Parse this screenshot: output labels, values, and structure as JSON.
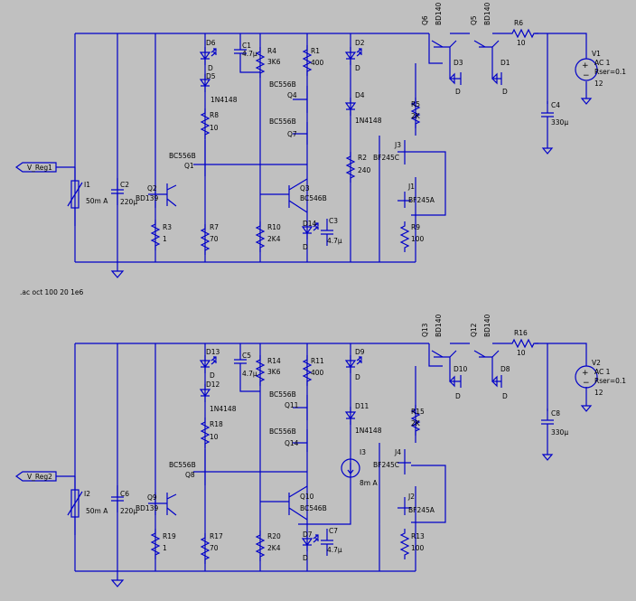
{
  "directive": ".ac oct 100 20 1e6",
  "circuit1": {
    "port": "V_Reg1",
    "I1": {
      "name": "I1",
      "value": "50m A"
    },
    "C2": {
      "name": "C2",
      "value": "220µ"
    },
    "Q2": {
      "name": "Q2",
      "value": "BD139"
    },
    "R3": {
      "name": "R3",
      "value": "1"
    },
    "Q1": {
      "name": "Q1",
      "value": "BC556B"
    },
    "R7": {
      "name": "R7",
      "value": "70"
    },
    "D6": {
      "name": "D6",
      "value": "D"
    },
    "D5": {
      "name": "D5",
      "value": "1N4148"
    },
    "R8": {
      "name": "R8",
      "value": "10"
    },
    "C1": {
      "name": "C1",
      "value": "4.7µ"
    },
    "R4": {
      "name": "R4",
      "value": "3K6"
    },
    "R10": {
      "name": "R10",
      "value": "2K4"
    },
    "R1": {
      "name": "R1",
      "value": "400"
    },
    "Q4": {
      "name": "Q4",
      "value": "BC556B"
    },
    "Q7": {
      "name": "Q7",
      "value": "BC556B"
    },
    "Q3": {
      "name": "Q3",
      "value": "BC546B"
    },
    "D14": {
      "name": "D14",
      "value": "D"
    },
    "C3": {
      "name": "C3",
      "value": "4.7µ"
    },
    "D2": {
      "name": "D2",
      "value": "D"
    },
    "D4": {
      "name": "D4",
      "value": "1N4148"
    },
    "R2": {
      "name": "R2",
      "value": "240"
    },
    "R5": {
      "name": "R5",
      "value": "2K"
    },
    "J3": {
      "name": "J3",
      "value": "BF245C"
    },
    "J1": {
      "name": "J1",
      "value": "BF245A"
    },
    "R9": {
      "name": "R9",
      "value": "100"
    },
    "Q6": {
      "name": "Q6",
      "value": "BD140"
    },
    "Q5": {
      "name": "Q5",
      "value": "BD140"
    },
    "D3": {
      "name": "D3",
      "value": "D"
    },
    "D1": {
      "name": "D1",
      "value": "D"
    },
    "R6": {
      "name": "R6",
      "value": "10"
    },
    "C4": {
      "name": "C4",
      "value": "330µ"
    },
    "V1": {
      "name": "V1",
      "ac": "AC 1",
      "rser": "Rser=0.1",
      "dc": "12"
    }
  },
  "circuit2": {
    "port": "V_Reg2",
    "I2": {
      "name": "I2",
      "value": "50m A"
    },
    "C6": {
      "name": "C6",
      "value": "220µ"
    },
    "Q9": {
      "name": "Q9",
      "value": "BD139"
    },
    "R19": {
      "name": "R19",
      "value": "1"
    },
    "Q8": {
      "name": "Q8",
      "value": "BC556B"
    },
    "R17": {
      "name": "R17",
      "value": "70"
    },
    "D13": {
      "name": "D13",
      "value": "D"
    },
    "D12": {
      "name": "D12",
      "value": "1N4148"
    },
    "R18": {
      "name": "R18",
      "value": "10"
    },
    "C5": {
      "name": "C5",
      "value": "4.7µ"
    },
    "R14": {
      "name": "R14",
      "value": "3K6"
    },
    "R20": {
      "name": "R20",
      "value": "2K4"
    },
    "R11": {
      "name": "R11",
      "value": "400"
    },
    "Q11": {
      "name": "Q11",
      "value": "BC556B"
    },
    "Q14": {
      "name": "Q14",
      "value": "BC556B"
    },
    "I3": {
      "name": "I3",
      "value": "8m A"
    },
    "Q10": {
      "name": "Q10",
      "value": "BC546B"
    },
    "D7": {
      "name": "D7",
      "value": "D"
    },
    "C7": {
      "name": "C7",
      "value": "4.7µ"
    },
    "D9": {
      "name": "D9",
      "value": "D"
    },
    "D11": {
      "name": "D11",
      "value": "1N4148"
    },
    "R15": {
      "name": "R15",
      "value": "2K"
    },
    "J4": {
      "name": "J4",
      "value": "BF245C"
    },
    "J2": {
      "name": "J2",
      "value": "BF245A"
    },
    "R13": {
      "name": "R13",
      "value": "100"
    },
    "Q13": {
      "name": "Q13",
      "value": "BD140"
    },
    "Q12": {
      "name": "Q12",
      "value": "BD140"
    },
    "D10": {
      "name": "D10",
      "value": "D"
    },
    "D8": {
      "name": "D8",
      "value": "D"
    },
    "R16": {
      "name": "R16",
      "value": "10"
    },
    "C8": {
      "name": "C8",
      "value": "330µ"
    },
    "V2": {
      "name": "V2",
      "ac": "AC 1",
      "rser": "Rser=0.1",
      "dc": "12"
    }
  }
}
